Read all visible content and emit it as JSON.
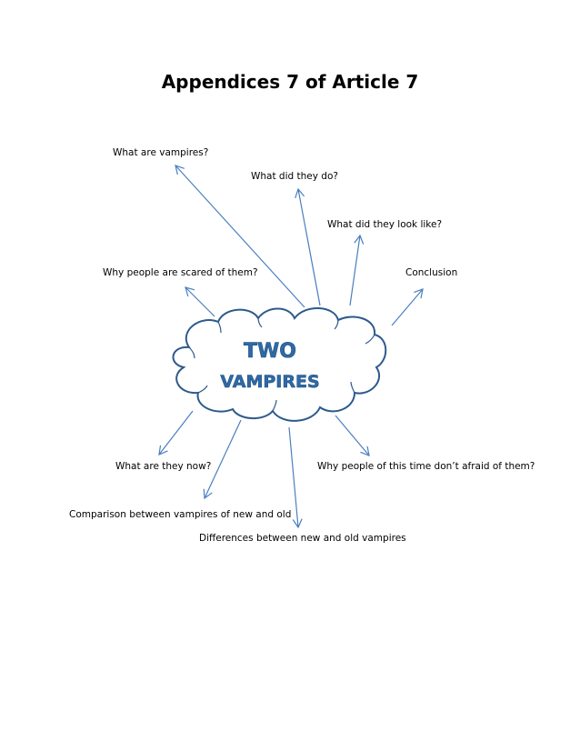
{
  "title": "Appendices 7 of Article 7",
  "center": {
    "line1": "TWO",
    "line2": "VAMPIRES"
  },
  "nodes": [
    {
      "id": "what-are-vampires",
      "text": "What are vampires?"
    },
    {
      "id": "what-did-they-do",
      "text": "What did they do?"
    },
    {
      "id": "what-did-they-look-like",
      "text": "What did they look like?"
    },
    {
      "id": "why-scared",
      "text": "Why people are scared of them?"
    },
    {
      "id": "conclusion",
      "text": "Conclusion"
    },
    {
      "id": "what-are-they-now",
      "text": "What are they now?"
    },
    {
      "id": "why-not-afraid",
      "text": "Why people of this time don’t afraid of them?"
    },
    {
      "id": "comparison",
      "text": "Comparison between vampires of new and old"
    },
    {
      "id": "differences",
      "text": "Differences between new and old vampires"
    }
  ],
  "colors": {
    "arrow": "#4a7fc0",
    "cloud_stroke": "#2d5a8c"
  }
}
